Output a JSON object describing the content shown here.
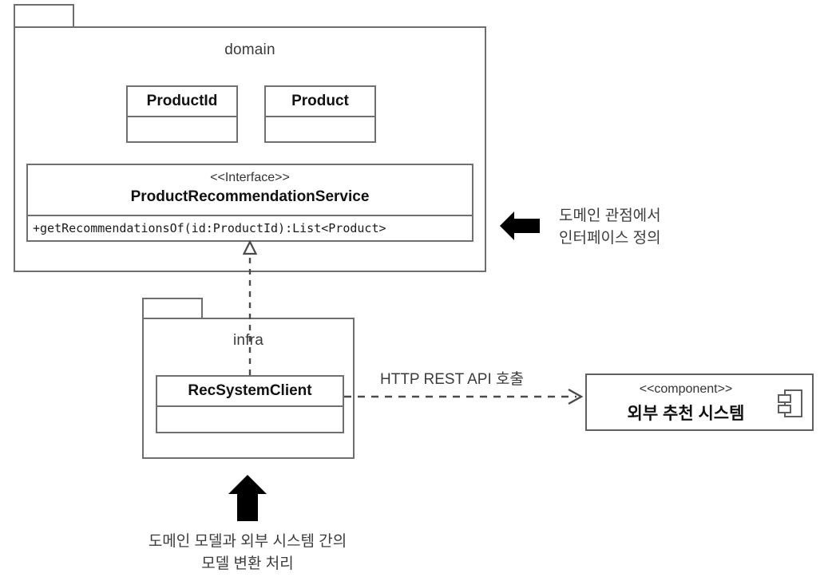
{
  "diagram": {
    "type": "uml-package-diagram",
    "title": "domain / infra package structure with external recommendation component"
  },
  "packages": [
    {
      "id": "domain",
      "label": "domain"
    },
    {
      "id": "infra",
      "label": "infra"
    }
  ],
  "classes": [
    {
      "id": "product-id",
      "name": "ProductId",
      "package": "domain"
    },
    {
      "id": "product",
      "name": "Product",
      "package": "domain"
    },
    {
      "id": "rec-system-client",
      "name": "RecSystemClient",
      "package": "infra"
    }
  ],
  "interface": {
    "stereotype": "<<Interface>>",
    "name": "ProductRecommendationService",
    "operations": [
      "+getRecommendationsOf(id:ProductId):List<Product>"
    ]
  },
  "component": {
    "stereotype": "<<component>>",
    "name": "외부 추천 시스템",
    "icon": "component-icon"
  },
  "relations": [
    {
      "id": "realization",
      "from": "RecSystemClient",
      "to": "ProductRecommendationService",
      "style": "dashed",
      "arrow": "hollow-triangle",
      "label": ""
    },
    {
      "id": "http-call",
      "from": "RecSystemClient",
      "to": "외부 추천 시스템",
      "style": "dashed",
      "arrow": "open",
      "label": "HTTP REST API 호출"
    }
  ],
  "annotations": [
    {
      "id": "interface-note",
      "arrow": "left-arrow-icon",
      "lines": [
        "도메인 관점에서",
        "인터페이스 정의"
      ]
    },
    {
      "id": "adapter-note",
      "arrow": "up-arrow-icon",
      "lines": [
        "도메인 모델과 외부 시스템 간의",
        "모델 변환 처리"
      ]
    }
  ],
  "colors": {
    "background": "#ffffff",
    "stroke": "#6e6e6e",
    "text": "#1a1a1a",
    "note_text": "#3c3c3c",
    "arrow_fill": "#000000"
  }
}
